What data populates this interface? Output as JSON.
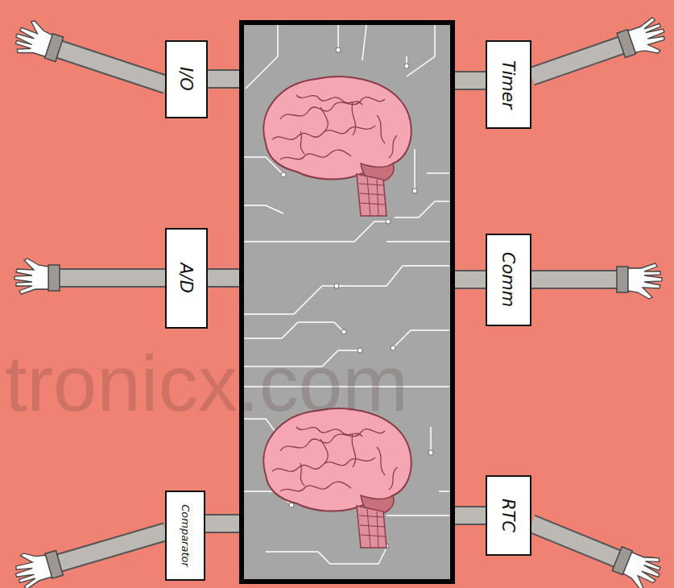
{
  "diagram": {
    "nodes": [
      {
        "text": [
          "I/O"
        ]
      },
      {
        "text": [
          "Timer"
        ]
      },
      {
        "text": [
          "A/D"
        ]
      },
      {
        "text": [
          "Comm"
        ]
      },
      {
        "text": [
          "Comparator"
        ]
      },
      {
        "text": [
          "RTC"
        ]
      }
    ],
    "labels": [
      "tronicx.com"
    ]
  }
}
